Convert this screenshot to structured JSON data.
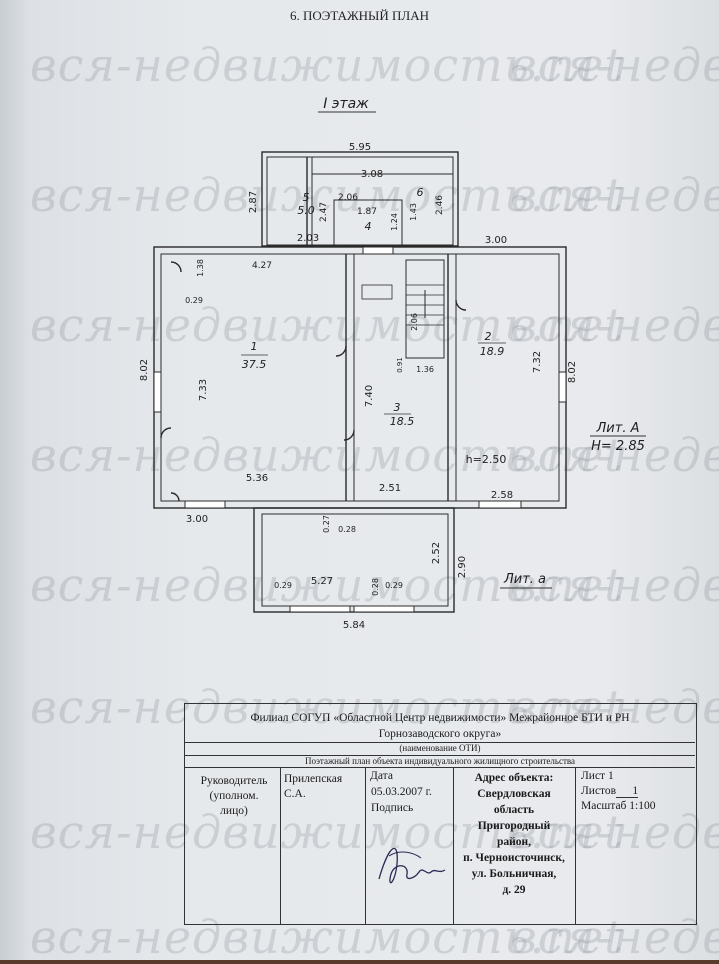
{
  "document": {
    "heading": "6. ПОЭТАЖНЫЙ ПЛАН",
    "floor_label": "I этаж",
    "watermark": "вся-недвижимость.net"
  },
  "plan": {
    "dims": {
      "top_total": "5.95",
      "top_right": "3.08",
      "left_annex": "2.87",
      "room5_w": "2.47",
      "room4_w": "2.06",
      "room4_h": "1.87",
      "d124": "1.24",
      "d143": "1.43",
      "d246": "2.46",
      "bottom_annex": "2.03",
      "right_top": "3.00",
      "room1_top": "4.27",
      "window_138": "1.38",
      "corner_029": "0.29",
      "left_side": "8.02",
      "room1_h": "7.33",
      "room3_h": "7.40",
      "stair_206": "2.06",
      "stair_091": "0.91",
      "stair_136": "1.36",
      "right_side": "8.02",
      "room2_h": "7.32",
      "room1_bottom": "5.36",
      "mid_bottom": "2.51",
      "right_bottom": "2.58",
      "left_bottom": "3.00",
      "h_room": "h=2.50",
      "v_027": "0.27",
      "v_028": "0.28",
      "veranda_252": "2.52",
      "veranda_290": "2.90",
      "veranda_029a": "0.29",
      "veranda_527": "5.27",
      "veranda_028": "0.28",
      "veranda_029b": "0.29",
      "veranda_total": "5.84"
    },
    "rooms": [
      {
        "num": "5",
        "area": "5.0"
      },
      {
        "num": "4",
        "area": ""
      },
      {
        "num": "6",
        "area": ""
      },
      {
        "num": "1",
        "area": "37.5"
      },
      {
        "num": "3",
        "area": "18.5"
      },
      {
        "num": "2",
        "area": "18.9"
      }
    ],
    "lit_a_label": "Лит. А",
    "lit_a_height": "Н= 2.85",
    "lit_a_small": "Лит. а"
  },
  "title_block": {
    "org_line1": "Филиал СОГУП «Областной Центр недвижимости» Межрайонное БТИ и РН",
    "org_line2": "Горнозаводского округа»",
    "org_caption": "(наименование ОТИ)",
    "plan_caption": "Поэтажный план объекта индивидуального жилищного строительства",
    "role": [
      "Руководитель",
      "(уполном.",
      "лицо)"
    ],
    "person": [
      "Прилепская",
      "С.А."
    ],
    "date_label": "Дата",
    "date_value": "05.03.2007 г.",
    "sign_label": "Подпись",
    "address": [
      "Адрес объекта:",
      "Свердловская",
      "область",
      "Пригородный",
      "район,",
      "п. Черноисточинск,",
      "ул. Больничная,",
      "д. 29"
    ],
    "sheet": "Лист 1",
    "sheets_label": "Листов",
    "sheets_value": "1",
    "scale": "Масштаб 1:100"
  }
}
